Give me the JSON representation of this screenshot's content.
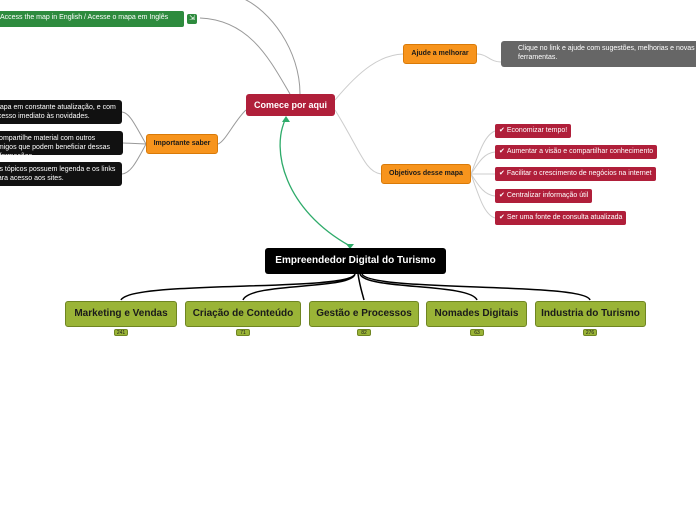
{
  "top_link": {
    "label": "Access the map in English / Acesse o mapa em Inglês"
  },
  "root": {
    "label": "Comece por aqui"
  },
  "ajude": {
    "label": "Ajude a melhorar",
    "note": "Clique no link e ajude com sugestões, melhorias e novas ferramentas."
  },
  "importante": {
    "label": "Importante saber",
    "notes": [
      "Mapa em constante atualização, e com acesso imediato às novidades.",
      "Compartilhe material com outros amigos que podem beneficiar dessas informações.",
      "Os tópicos possuem legenda e os links para acesso aos sites."
    ]
  },
  "objetivos": {
    "label": "Objetivos desse mapa",
    "items": [
      "Economizar tempo!",
      "Aumentar a visão e compartilhar conhecimento",
      "Facilitar o crescimento de negócios na internet",
      "Centralizar informação útil",
      "Ser uma fonte de consulta atualizada"
    ]
  },
  "main": {
    "label": "Empreendedor Digital do Turismo"
  },
  "categories": [
    {
      "label": "Marketing e Vendas",
      "count": "241"
    },
    {
      "label": "Criação de Conteúdo",
      "count": "71"
    },
    {
      "label": "Gestão e Processos",
      "count": "82"
    },
    {
      "label": "Nomades Digitais",
      "count": "63"
    },
    {
      "label": "Industria do Turismo",
      "count": "276"
    }
  ],
  "colors": {
    "root": "#b01f3a",
    "branch": "#f7941d",
    "category": "#9ab437",
    "link": "#2e8b3e"
  }
}
